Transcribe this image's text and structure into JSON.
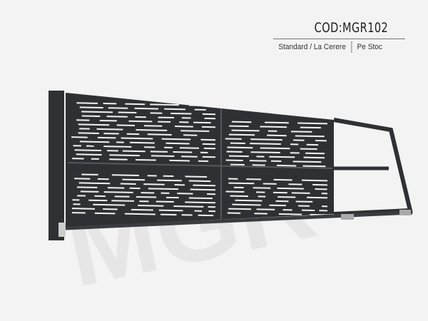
{
  "product": {
    "code": "COD:MGR102",
    "availability_left": "Standard / La Cerere",
    "availability_right": "Pe Stoc",
    "watermark": "MGR"
  },
  "colors": {
    "frame": "#2e3033",
    "background": "#f3f3f3",
    "slat": "#f2f2f2"
  }
}
